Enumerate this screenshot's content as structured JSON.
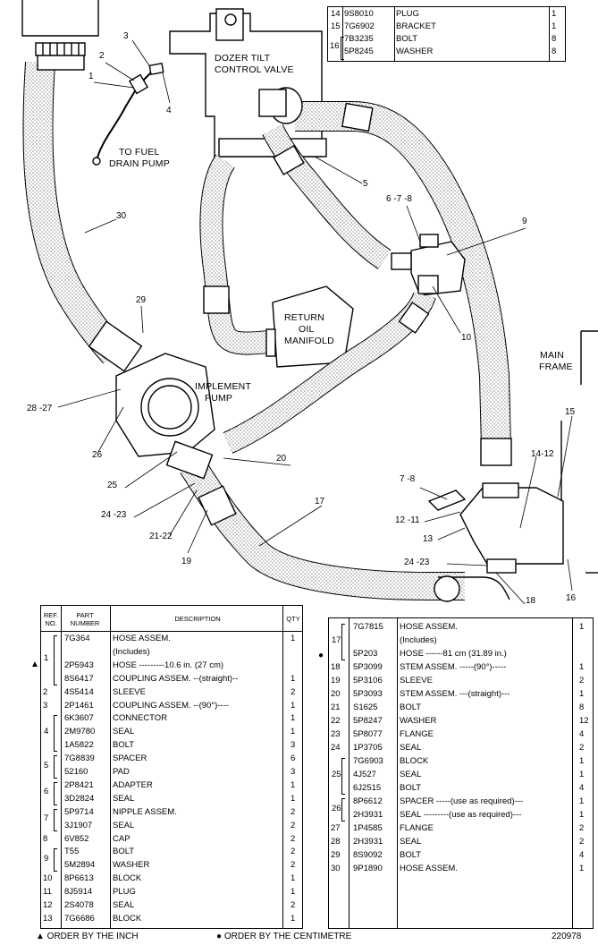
{
  "diagram": {
    "labels": {
      "dozer_tilt": "DOZER TILT",
      "control_valve": "CONTROL VALVE",
      "to_fuel": "TO FUEL",
      "drain_pump": "DRAIN PUMP",
      "return": "RETURN",
      "oil": "OIL",
      "manifold": "MANIFOLD",
      "implement": "IMPLEMENT",
      "pump": "PUMP",
      "main": "MAIN",
      "frame": "FRAME"
    },
    "callouts": {
      "c1": "1",
      "c2": "2",
      "c3": "3",
      "c4": "4",
      "c5": "5",
      "c678": "6 -7 -8",
      "c9": "9",
      "c10": "10",
      "c30": "30",
      "c29": "29",
      "c2827": "28 -27",
      "c26": "26",
      "c25": "25",
      "c2423a": "24 -23",
      "c2122": "21-22",
      "c19": "19",
      "c20": "20",
      "c17": "17",
      "c15": "15",
      "c1412": "14-12",
      "c78": "7 -8",
      "c1211": "12 -11",
      "c13": "13",
      "c2423b": "24 -23",
      "c18": "18",
      "c16": "16"
    }
  },
  "top_table": {
    "rows": [
      {
        "ref": "14",
        "part": "9S8010",
        "desc": "PLUG",
        "qty": "1"
      },
      {
        "ref": "15",
        "part": "7G6902",
        "desc": "BRACKET",
        "qty": "1"
      },
      {
        "ref": "",
        "part": "7B3235",
        "desc": "BOLT",
        "qty": "8"
      },
      {
        "ref": "",
        "part": "5P8245",
        "desc": "WASHER",
        "qty": "8"
      }
    ],
    "group_ref": "16"
  },
  "left_table": {
    "headers": {
      "ref": "REF. NO.",
      "part": "PART NUMBER",
      "desc": "DESCRIPTION",
      "qty": "QTY"
    },
    "rows": [
      {
        "ref": "",
        "part": "7G364",
        "desc": "HOSE ASSEM.",
        "qty": "1"
      },
      {
        "ref": "",
        "part": "",
        "desc": "(Includes)",
        "qty": ""
      },
      {
        "ref": "",
        "part": "2P5943",
        "desc": "HOSE ---------10.6 in. (27 cm)",
        "qty": ""
      },
      {
        "ref": "",
        "part": "8S6417",
        "desc": "COUPLING ASSEM. --(straight)--",
        "qty": "1"
      },
      {
        "ref": "2",
        "part": "4S5414",
        "desc": "SLEEVE",
        "qty": "2"
      },
      {
        "ref": "3",
        "part": "2P1461",
        "desc": "COUPLING ASSEM. --(90°)----",
        "qty": "1"
      },
      {
        "ref": "",
        "part": "6K3607",
        "desc": "CONNECTOR",
        "qty": "1"
      },
      {
        "ref": "",
        "part": "2M9780",
        "desc": "SEAL",
        "qty": "1"
      },
      {
        "ref": "",
        "part": "1A5822",
        "desc": "BOLT",
        "qty": "3"
      },
      {
        "ref": "",
        "part": "7G8839",
        "desc": "SPACER",
        "qty": "6"
      },
      {
        "ref": "",
        "part": "52160",
        "desc": "PAD",
        "qty": "3"
      },
      {
        "ref": "",
        "part": "2P8421",
        "desc": "ADAPTER",
        "qty": "1"
      },
      {
        "ref": "",
        "part": "3D2824",
        "desc": "SEAL",
        "qty": "1"
      },
      {
        "ref": "",
        "part": "5P9714",
        "desc": "NIPPLE ASSEM.",
        "qty": "2"
      },
      {
        "ref": "",
        "part": "3J1907",
        "desc": "SEAL",
        "qty": "2"
      },
      {
        "ref": "8",
        "part": "6V852",
        "desc": "CAP",
        "qty": "2"
      },
      {
        "ref": "",
        "part": "T55",
        "desc": "BOLT",
        "qty": "2"
      },
      {
        "ref": "",
        "part": "5M2894",
        "desc": "WASHER",
        "qty": "2"
      },
      {
        "ref": "10",
        "part": "8P6613",
        "desc": "BLOCK",
        "qty": "1"
      },
      {
        "ref": "11",
        "part": "8J5914",
        "desc": "PLUG",
        "qty": "1"
      },
      {
        "ref": "12",
        "part": "2S4078",
        "desc": "SEAL",
        "qty": "2"
      },
      {
        "ref": "13",
        "part": "7G6686",
        "desc": "BLOCK",
        "qty": "1"
      }
    ],
    "groups": [
      {
        "ref": "1",
        "start": 0,
        "end": 3
      },
      {
        "ref": "4",
        "start": 6,
        "end": 8
      },
      {
        "ref": "5",
        "start": 9,
        "end": 10
      },
      {
        "ref": "6",
        "start": 11,
        "end": 12
      },
      {
        "ref": "7",
        "start": 13,
        "end": 14
      },
      {
        "ref": "9",
        "start": 16,
        "end": 17
      }
    ]
  },
  "right_table": {
    "rows": [
      {
        "ref": "",
        "part": "7G7815",
        "desc": "HOSE ASSEM.",
        "qty": "1"
      },
      {
        "ref": "",
        "part": "",
        "desc": "(Includes)",
        "qty": ""
      },
      {
        "ref": "",
        "part": "5P203",
        "desc": "HOSE ------81 cm (31.89 in.)",
        "qty": ""
      },
      {
        "ref": "18",
        "part": "5P3099",
        "desc": "STEM ASSEM. -----(90°)-----",
        "qty": "1"
      },
      {
        "ref": "19",
        "part": "5P3106",
        "desc": "SLEEVE",
        "qty": "2"
      },
      {
        "ref": "20",
        "part": "5P3093",
        "desc": "STEM ASSEM. ---(straight)---",
        "qty": "1"
      },
      {
        "ref": "21",
        "part": "S1625",
        "desc": "BOLT",
        "qty": "8"
      },
      {
        "ref": "22",
        "part": "5P8247",
        "desc": "WASHER",
        "qty": "12"
      },
      {
        "ref": "23",
        "part": "5P8077",
        "desc": "FLANGE",
        "qty": "4"
      },
      {
        "ref": "24",
        "part": "1P3705",
        "desc": "SEAL",
        "qty": "2"
      },
      {
        "ref": "",
        "part": "7G6903",
        "desc": "BLOCK",
        "qty": "1"
      },
      {
        "ref": "",
        "part": "4J527",
        "desc": "SEAL",
        "qty": "1"
      },
      {
        "ref": "",
        "part": "6J2515",
        "desc": "BOLT",
        "qty": "4"
      },
      {
        "ref": "",
        "part": "8P6612",
        "desc": "SPACER -----(use as required)---",
        "qty": "1"
      },
      {
        "ref": "",
        "part": "2H3931",
        "desc": "SEAL ---------(use as required)---",
        "qty": "1"
      },
      {
        "ref": "27",
        "part": "1P4585",
        "desc": "FLANGE",
        "qty": "2"
      },
      {
        "ref": "28",
        "part": "2H3931",
        "desc": "SEAL",
        "qty": "2"
      },
      {
        "ref": "29",
        "part": "8S9092",
        "desc": "BOLT",
        "qty": "4"
      },
      {
        "ref": "30",
        "part": "9P1890",
        "desc": "HOSE ASSEM.",
        "qty": "1"
      }
    ],
    "groups": [
      {
        "ref": "17",
        "start": 0,
        "end": 2
      },
      {
        "ref": "25",
        "start": 10,
        "end": 12
      },
      {
        "ref": "26",
        "start": 13,
        "end": 14
      }
    ]
  },
  "footer": {
    "left": "▲ ORDER BY THE INCH",
    "mid": "● ORDER BY THE CENTIMETRE",
    "number": "220978"
  },
  "markers": {
    "triangle": "▲",
    "dot": "●"
  }
}
